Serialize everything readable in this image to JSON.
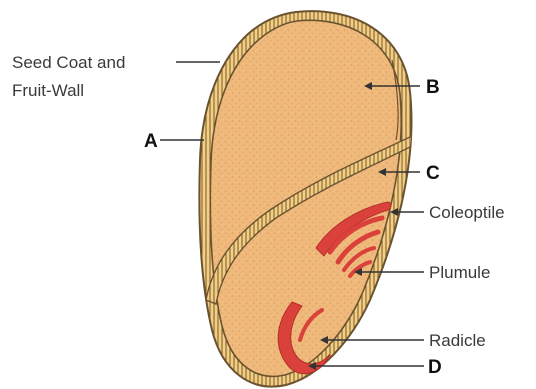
{
  "labels": {
    "seed_coat_line1": "Seed Coat and",
    "seed_coat_line2": "Fruit-Wall",
    "coleoptile": "Coleoptile",
    "plumule": "Plumule",
    "radicle": "Radicle"
  },
  "letters": {
    "a": "A",
    "b": "B",
    "c": "C",
    "d": "D"
  },
  "colors": {
    "seed_fill": "#f0b97c",
    "seed_outline": "#6b5330",
    "coat_band": "#f3cf86",
    "embryo": "#d9413a",
    "pointer": "#333333"
  }
}
